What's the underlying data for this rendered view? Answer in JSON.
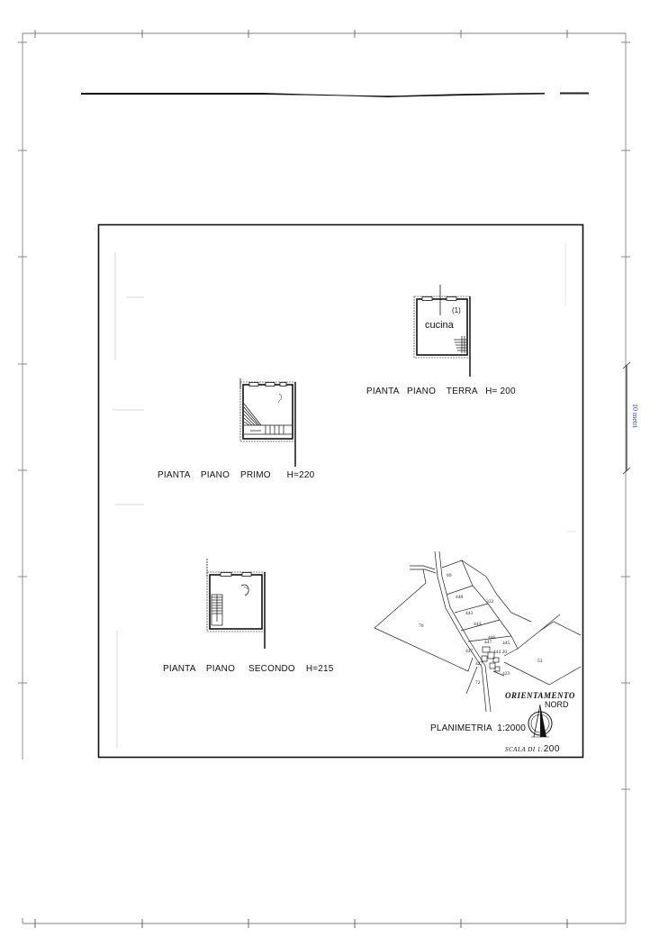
{
  "document": {
    "type": "floor-plan-sheet",
    "side_measure": "10 metri"
  },
  "plans": [
    {
      "id": "terra",
      "title": "PIANTA   PIANO    TERRA   H= 200",
      "room": "cucina",
      "marker": "(1)"
    },
    {
      "id": "primo",
      "title": "PIANTA    PIANO    PRIMO      H=220"
    },
    {
      "id": "secondo",
      "title": "PIANTA    PIANO     SECONDO    H=215"
    }
  ],
  "planimetria": {
    "label": "PLANIMETRIA  1:2000",
    "parcels": [
      "69",
      "448",
      "332",
      "443",
      "444",
      "70",
      "446",
      "447",
      "445",
      "427",
      "444 20",
      "427",
      "53",
      "423",
      "72"
    ]
  },
  "orientation": {
    "title": "ORIENTAMENTO",
    "north": "NORD"
  },
  "scale": {
    "prefix": "SCALA DI 1:",
    "value": "200"
  },
  "colors": {
    "line": "#111111",
    "frame": "#9a9aa0",
    "accent": "#3344aa"
  }
}
